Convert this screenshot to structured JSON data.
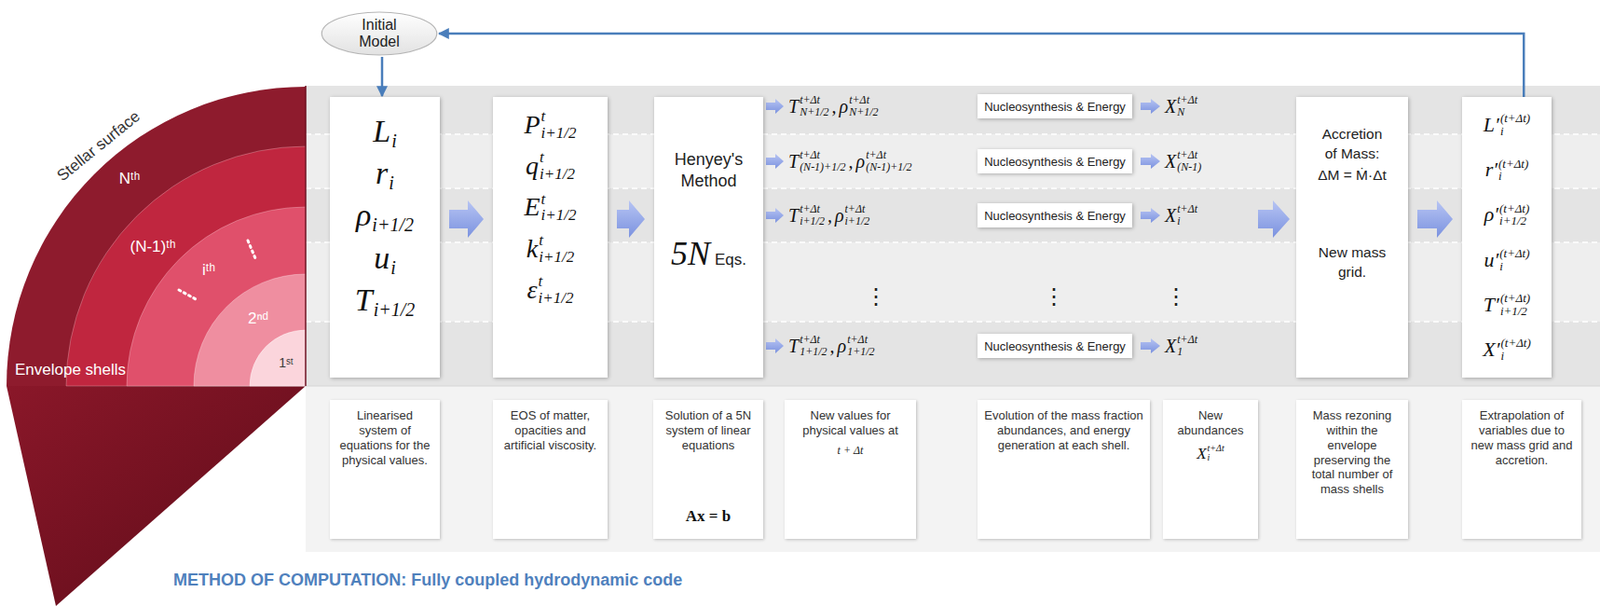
{
  "diagram": {
    "caption": "METHOD OF COMPUTATION: Fully coupled hydrodynamic code",
    "nodes": [
      {
        "text": [
          "Initial Model"
        ]
      },
      {
        "text": [
          "L",
          "i",
          "r",
          "i",
          "ρ",
          "i+1/2",
          "u",
          "i",
          "T",
          "i+1/2"
        ]
      },
      {
        "text": [
          "P",
          "t",
          "i+1/2",
          "q",
          "t",
          "i+1/2",
          "E",
          "t",
          "i+1/2",
          "k",
          "t",
          "i+1/2",
          "ε",
          "t",
          "i+1/2"
        ]
      },
      {
        "text": [
          "Henyey's Method",
          "5N",
          "Eqs."
        ]
      },
      {
        "text": [
          "Nucleosynthesis & Energy"
        ]
      },
      {
        "text": [
          "Nucleosynthesis & Energy"
        ]
      },
      {
        "text": [
          "Nucleosynthesis & Energy"
        ]
      },
      {
        "text": [
          "Nucleosynthesis & Energy"
        ]
      },
      {
        "text": [
          "Accretion of Mass:",
          "ΔM = Ṁ·Δt",
          "New mass grid."
        ]
      },
      {
        "text": [
          "L′",
          "(t+Δt)",
          "i",
          "r′",
          "(t+Δt)",
          "i",
          "ρ′",
          "(t+Δt)",
          "i+1/2",
          "u′",
          "(t+Δt)",
          "i",
          "T′",
          "(t+Δt)",
          "i+1/2",
          "X′",
          "(t+Δt)",
          "i"
        ]
      },
      {
        "text": [
          "Linearised system of equations for the physical values."
        ]
      },
      {
        "text": [
          "EOS of matter, opacities and artificial viscosity."
        ]
      },
      {
        "text": [
          "Solution of a 5N system of linear equations",
          "Ax = b"
        ]
      },
      {
        "text": [
          "New values for physical values at",
          "t + Δt"
        ]
      },
      {
        "text": [
          "Evolution of the mass fraction abundances, and energy generation at each shell."
        ]
      },
      {
        "text": [
          "New abundances",
          "X",
          "t+Δt",
          "i"
        ]
      },
      {
        "text": [
          "Mass rezoning within the envelope preserving the total number of mass shells"
        ]
      },
      {
        "text": [
          "Extrapolation of variables due to new mass grid and accretion."
        ]
      }
    ],
    "edges": [
      {
        "from": 0,
        "to": 1,
        "arrow": "to"
      },
      {
        "from": 1,
        "to": 2,
        "arrow": "to"
      },
      {
        "from": 2,
        "to": 3,
        "arrow": "to"
      },
      {
        "from": 8,
        "to": 9,
        "arrow": "to"
      },
      {
        "from": 9,
        "to": 0,
        "arrow": "to"
      }
    ],
    "labels": [
      "Stellar surface",
      "Nᵗʰ",
      "(N-1)ᵗʰ",
      "iᵗʰ",
      "2ⁿᵈ",
      "1ˢᵗ",
      "Envelope shells",
      "T",
      "t+Δt",
      "N+1/2",
      ",",
      "ρ",
      "t+Δt",
      "N+1/2",
      "T",
      "t+Δt",
      "(N-1)+1/2",
      ",",
      "ρ",
      "t+Δt",
      "(N-1)+1/2",
      "T",
      "t+Δt",
      "i+1/2",
      ",",
      "ρ",
      "t+Δt",
      "i+1/2",
      "T",
      "t+Δt",
      "1+1/2",
      ",",
      "ρ",
      "t+Δt",
      "1+1/2",
      "⋮",
      "⋮",
      "⋮",
      "X",
      "t+Δt",
      "N",
      "X",
      "t+Δt",
      "(N-1)",
      "X",
      "t+Δt",
      "i",
      "X",
      "t+Δt",
      "1"
    ]
  }
}
